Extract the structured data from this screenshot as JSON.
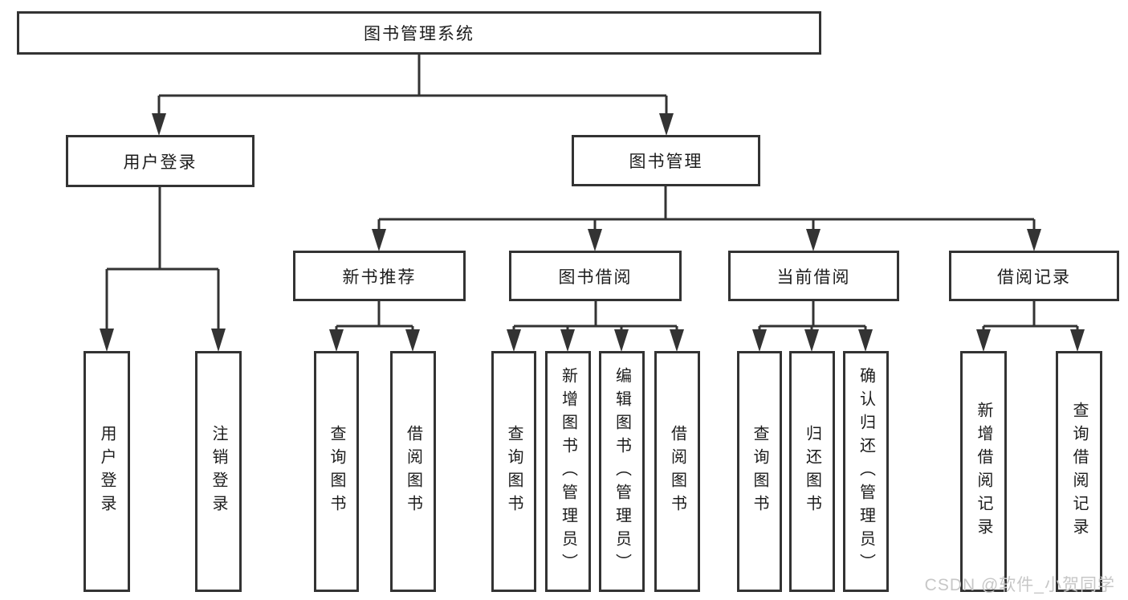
{
  "diagram_title": "图书管理系统",
  "tree": {
    "root": {
      "label": "图书管理系统"
    },
    "branches": [
      {
        "label": "用户登录",
        "children": [
          {
            "label": "用户登录"
          },
          {
            "label": "注销登录"
          }
        ]
      },
      {
        "label": "图书管理",
        "children": [
          {
            "label": "新书推荐",
            "children": [
              {
                "label": "查询图书"
              },
              {
                "label": "借阅图书"
              }
            ]
          },
          {
            "label": "图书借阅",
            "children": [
              {
                "label": "查询图书"
              },
              {
                "label": "新增图书（管理员）"
              },
              {
                "label": "编辑图书（管理员）"
              },
              {
                "label": "借阅图书"
              }
            ]
          },
          {
            "label": "当前借阅",
            "children": [
              {
                "label": "查询图书"
              },
              {
                "label": "归还图书"
              },
              {
                "label": "确认归还（管理员）"
              }
            ]
          },
          {
            "label": "借阅记录",
            "children": [
              {
                "label": "新增借阅记录"
              },
              {
                "label": "查询借阅记录"
              }
            ]
          }
        ]
      }
    ]
  },
  "watermark": "CSDN @软件_小贺同学",
  "colors": {
    "line": "#333333",
    "text": "#1c1c1c",
    "watermark": "#c7c7c7",
    "background": "#ffffff"
  }
}
